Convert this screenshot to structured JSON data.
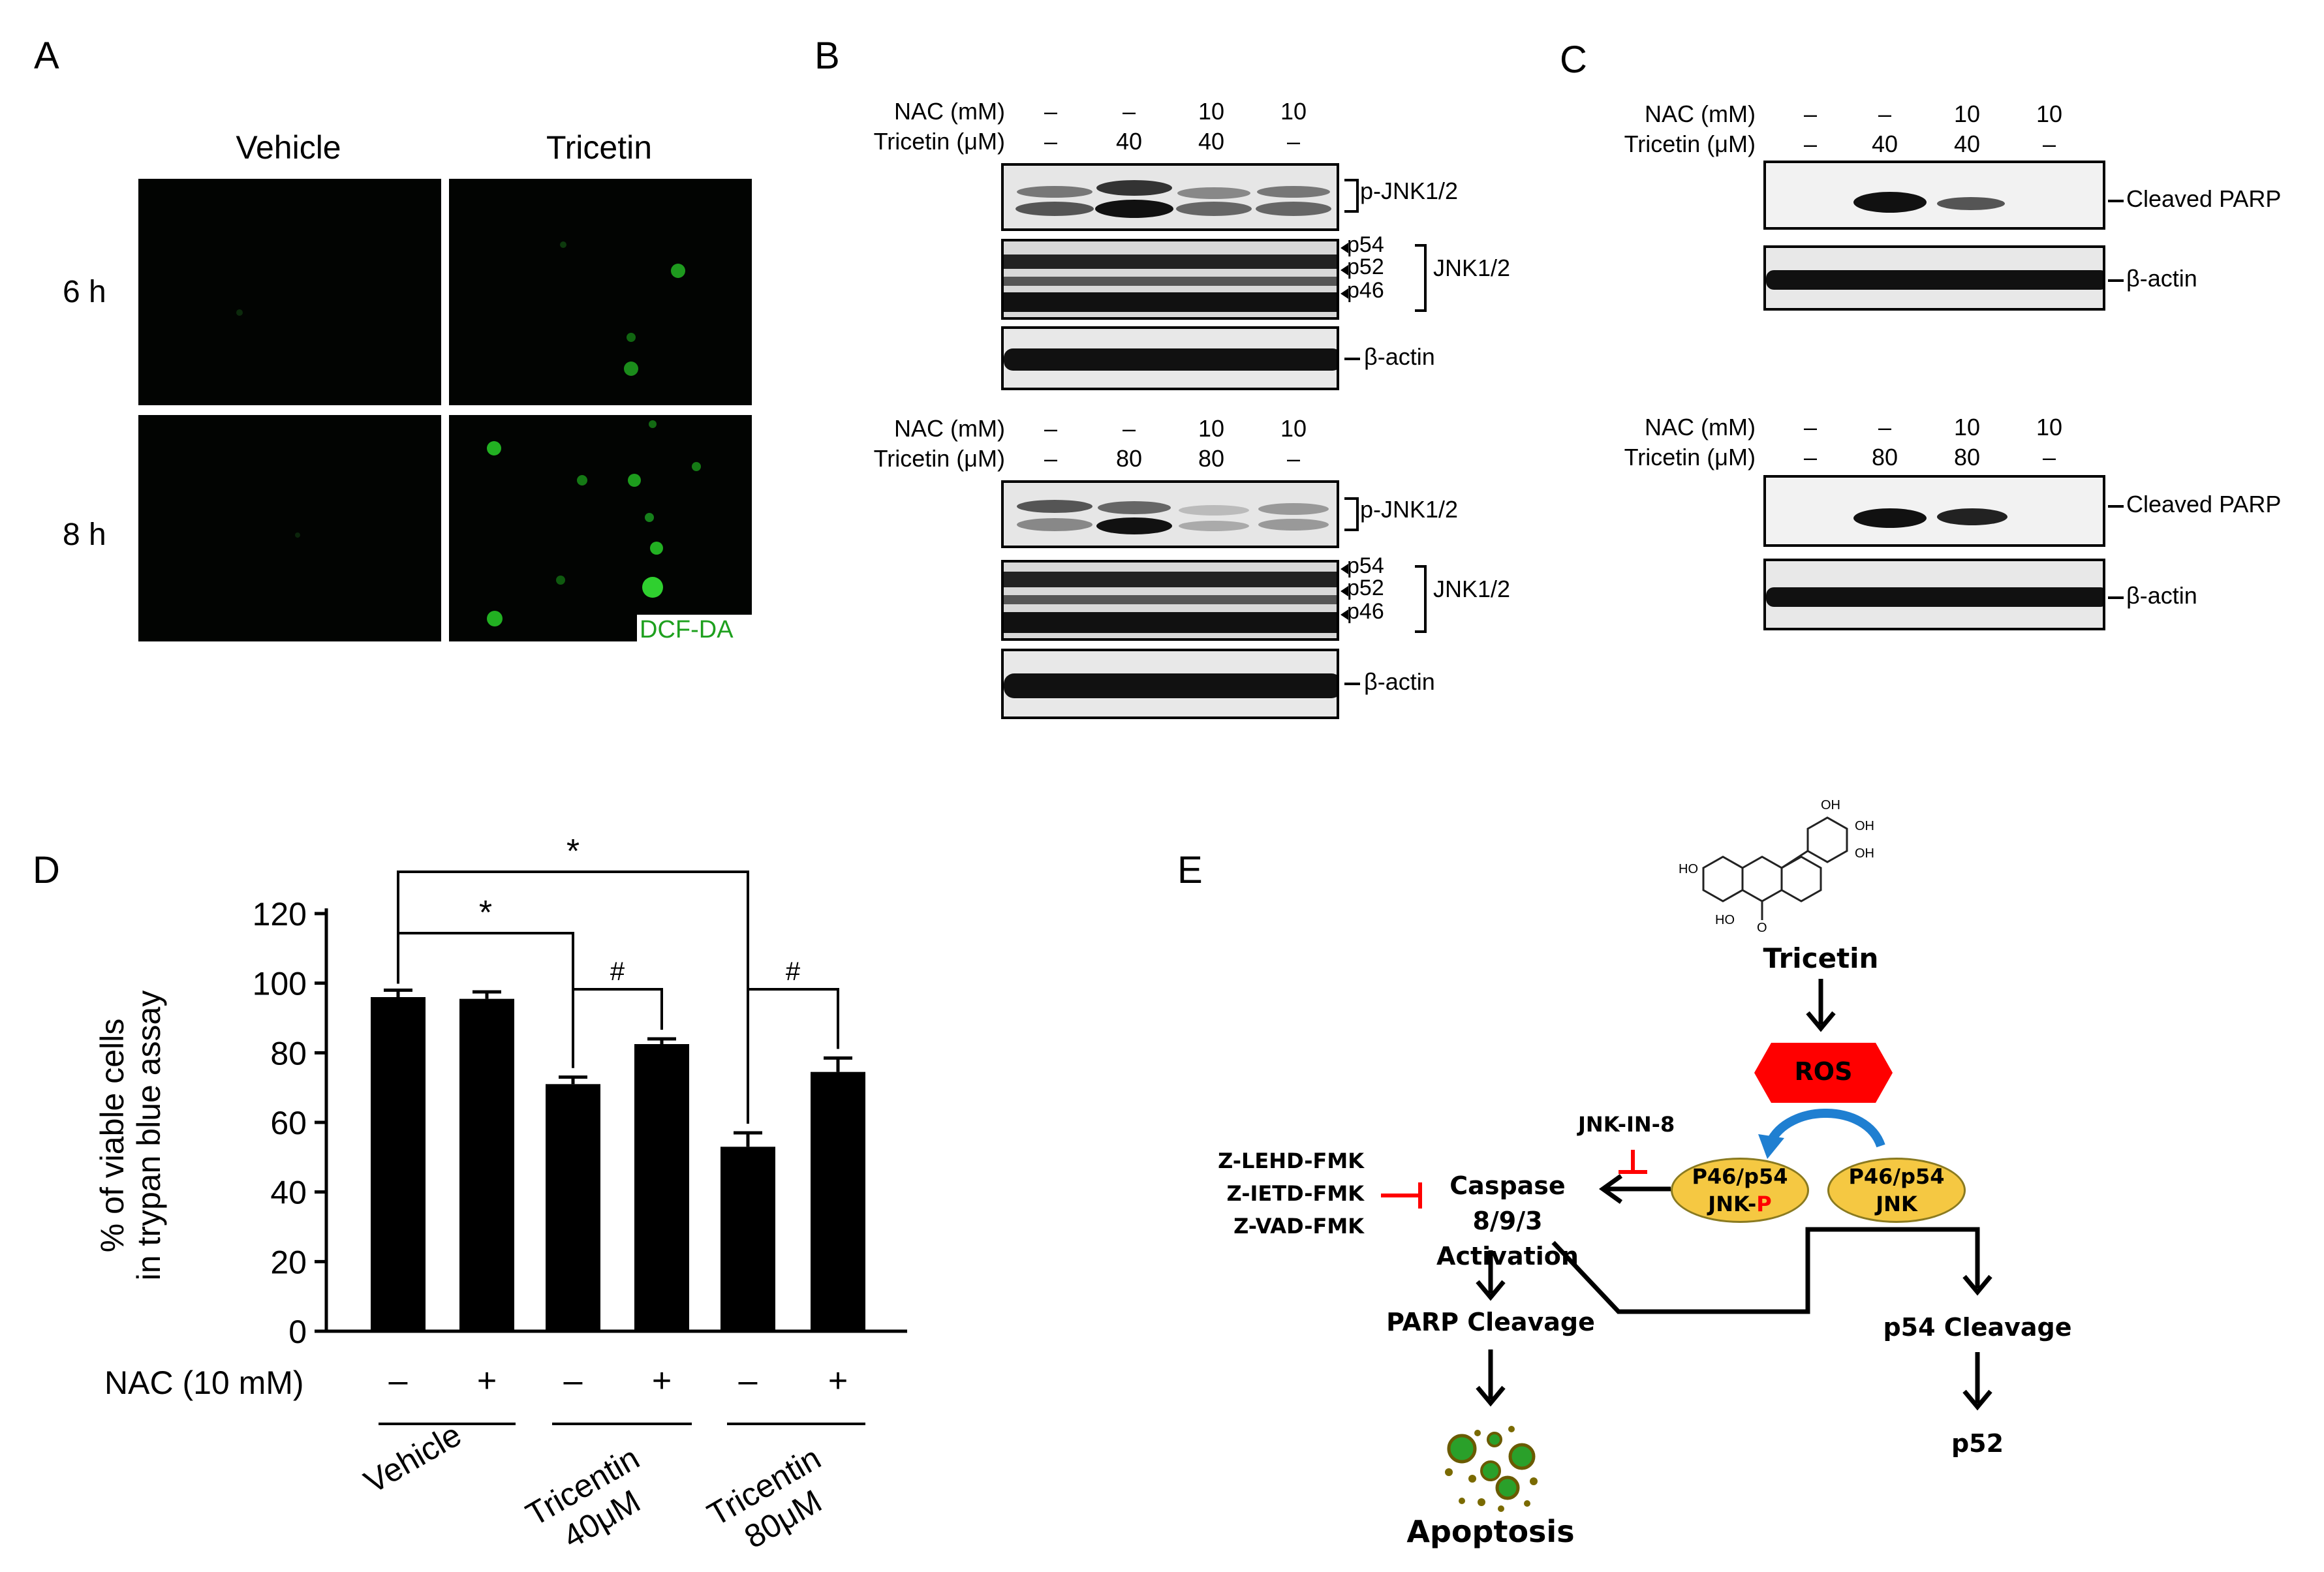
{
  "panel_labels": {
    "a": "A",
    "b": "B",
    "c": "C",
    "d": "D",
    "e": "E"
  },
  "panel_a": {
    "col_headers": [
      "Vehicle",
      "Tricetin"
    ],
    "row_labels": [
      "6 h",
      "8 h"
    ],
    "stain_label": "DCF-DA"
  },
  "panel_b": {
    "top": {
      "nac_label": "NAC (mM)",
      "nac_values": [
        "–",
        "–",
        "10",
        "10"
      ],
      "tri_label": "Tricetin (μM)",
      "tri_values": [
        "–",
        "40",
        "40",
        "–"
      ]
    },
    "bottom": {
      "nac_label": "NAC (mM)",
      "nac_values": [
        "–",
        "–",
        "10",
        "10"
      ],
      "tri_label": "Tricetin (μM)",
      "tri_values": [
        "–",
        "80",
        "80",
        "–"
      ]
    },
    "blot_labels": {
      "pjnk": "p-JNK1/2",
      "p54": "p54",
      "p52": "p52",
      "p46": "p46",
      "jnk": "JNK1/2",
      "actin": "β-actin"
    }
  },
  "panel_c": {
    "top": {
      "nac_label": "NAC (mM)",
      "nac_values": [
        "–",
        "–",
        "10",
        "10"
      ],
      "tri_label": "Tricetin (μM)",
      "tri_values": [
        "–",
        "40",
        "40",
        "–"
      ]
    },
    "bottom": {
      "nac_label": "NAC (mM)",
      "nac_values": [
        "–",
        "–",
        "10",
        "10"
      ],
      "tri_label": "Tricetin (μM)",
      "tri_values": [
        "–",
        "80",
        "80",
        "–"
      ]
    },
    "blot_labels": {
      "parp": "Cleaved PARP",
      "actin": "β-actin"
    }
  },
  "chart_data": {
    "type": "bar",
    "ylabel_line1": "% of viable cells",
    "ylabel_line2": "in trypan blue assay",
    "ylim": [
      0,
      120
    ],
    "yticks": [
      "0",
      "20",
      "40",
      "60",
      "80",
      "100",
      "120"
    ],
    "values": [
      96,
      95.5,
      71,
      82.5,
      53,
      74.5
    ],
    "errors": [
      2,
      2,
      2,
      1.5,
      4,
      4
    ],
    "nac_row_label": "NAC (10 mM)",
    "nac_signs": [
      "–",
      "+",
      "–",
      "+",
      "–",
      "+"
    ],
    "groups": [
      {
        "line1": "Vehicle",
        "line2": ""
      },
      {
        "line1": "Tricentin",
        "line2": "40μM"
      },
      {
        "line1": "Tricentin",
        "line2": "80μM"
      }
    ],
    "significance": [
      "*",
      "*",
      "#",
      "#"
    ],
    "colors": {
      "bars": "#000000"
    }
  },
  "panel_e": {
    "tricetin": "Tricetin",
    "ros": "ROS",
    "jnk_in_8": "JNK-IN-8",
    "jnkp_line1": "P46/p54",
    "jnkp_line2a": "JNK-",
    "jnkp_line2b": "P",
    "jnk_line1": "P46/p54",
    "jnk_line2": "JNK",
    "inhibitors": [
      "Z-LEHD-FMK",
      "Z-IETD-FMK",
      "Z-VAD-FMK"
    ],
    "caspase_line1": "Caspase 8/9/3",
    "caspase_line2": "Activation",
    "parp_cleavage": "PARP Cleavage",
    "apoptosis": "Apoptosis",
    "p54_cleavage": "p54 Cleavage",
    "p52": "p52",
    "oh_labels": [
      "OH",
      "OH",
      "OH",
      "HO",
      "HO",
      "O"
    ],
    "colors": {
      "ros": "#ff0000",
      "ellipse": "#f5c842",
      "arrow_blue": "#1f7fd1",
      "inhibit": "#ff0000",
      "cell": "#2aa02a",
      "dot": "#7a6a00"
    }
  }
}
